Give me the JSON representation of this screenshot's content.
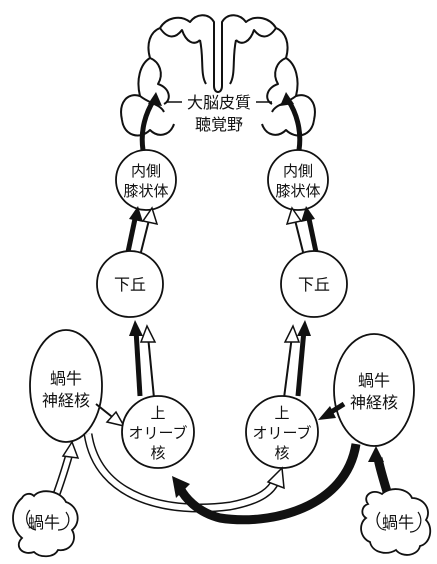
{
  "labels": {
    "cortex_line1": "大脳皮質",
    "cortex_line2": "聴覚野",
    "mgb_left_line1": "内側",
    "mgb_left_line2": "膝状体",
    "mgb_right_line1": "内側",
    "mgb_right_line2": "膝状体",
    "ic_left": "下丘",
    "ic_right": "下丘",
    "cn_left_line1": "蝸牛",
    "cn_left_line2": "神経核",
    "cn_right_line1": "蝸牛",
    "cn_right_line2": "神経核",
    "so_left_line1": "上",
    "so_left_line2": "オリーブ",
    "so_left_line3": "核",
    "so_right_line1": "上",
    "so_right_line2": "オリーブ",
    "so_right_line3": "核",
    "cochlea_left": "蝸牛",
    "cochlea_right": "蝸牛"
  },
  "colors": {
    "line": "#111111",
    "fill_dark": "#111111",
    "fill_light": "#ffffff"
  }
}
